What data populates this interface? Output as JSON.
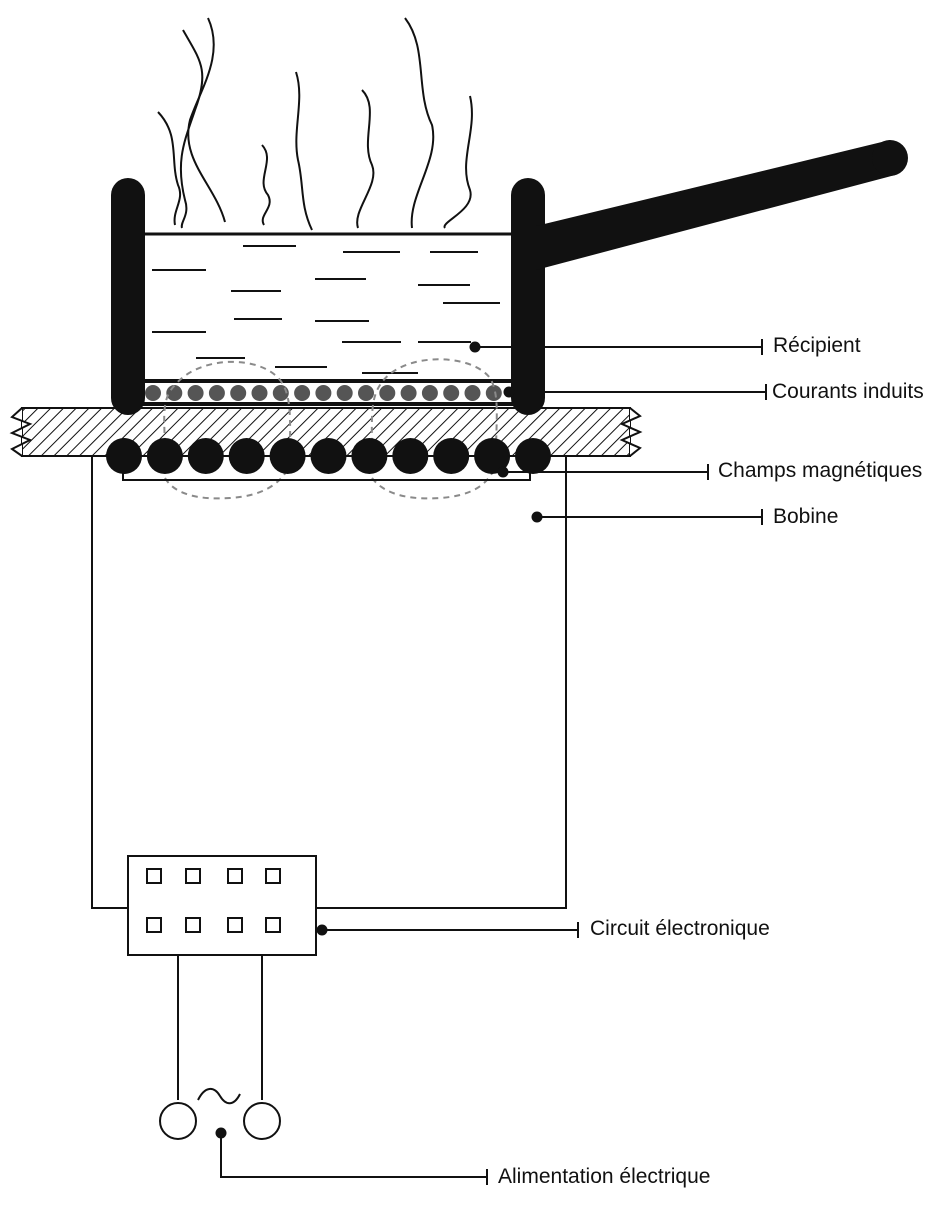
{
  "labels": {
    "recipient": "Récipient",
    "induced_currents": "Courants induits",
    "magnetic_fields": "Champs magnétiques",
    "coil": "Bobine",
    "electronic_circuit": "Circuit électronique",
    "power_supply": "Alimentation électrique"
  },
  "colors": {
    "ink": "#111111",
    "field_lines": "#8a8a8a",
    "current_dots": "#555555"
  },
  "icons": {
    "ac_symbol": "tilde-ac-icon"
  }
}
